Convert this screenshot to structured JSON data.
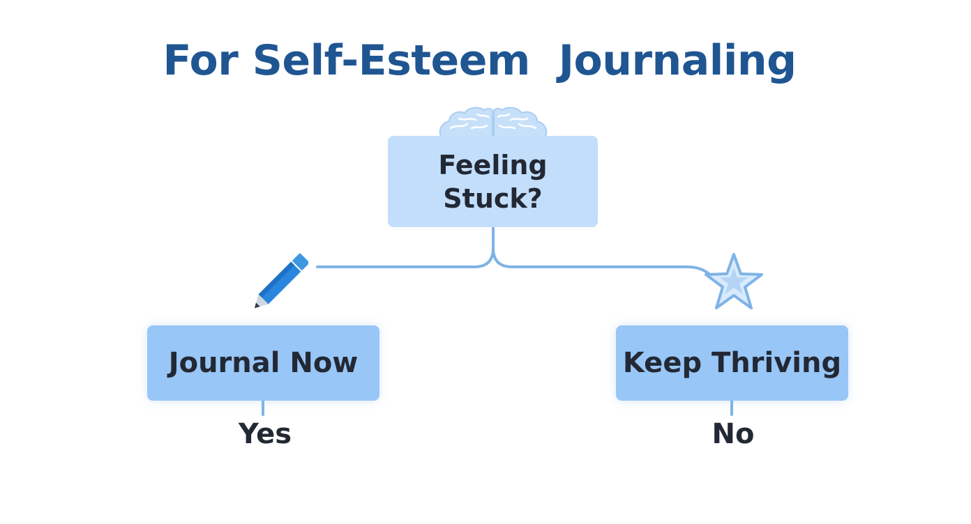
{
  "title": "For Self-Esteem  Journaling",
  "nodes": {
    "question": "Feeling Stuck?",
    "yes_action": "Journal Now",
    "no_action": "Keep Thriving"
  },
  "answers": {
    "yes": "Yes",
    "no": "No"
  },
  "icons": {
    "question": "brain-icon",
    "yes_action": "pencil-icon",
    "no_action": "star-icon"
  },
  "colors": {
    "title": "#1f5692",
    "question_box": "#c2defb",
    "action_box": "#98c6f6",
    "connector": "#7fb3e6",
    "text": "#222834"
  }
}
